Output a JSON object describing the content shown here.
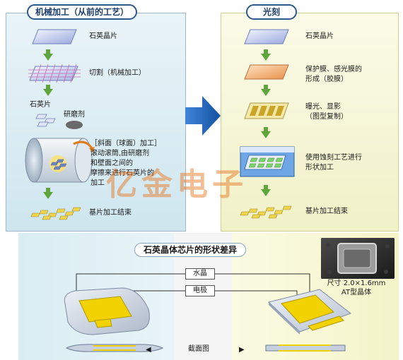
{
  "left_panel": {
    "title": "机械加工（从前的工艺）",
    "steps": {
      "wafer": "石英晶片",
      "cut": "切割（机械加工）",
      "blank": "石英片",
      "abrasive": "研磨剂",
      "bevel_1": "［斜面（球面）加工］",
      "bevel_2": "滚动滚筒,由研磨剂",
      "bevel_3": "和壁面之间的",
      "bevel_4": "摩擦来进行石英片的",
      "bevel_5": "加工",
      "done": "基片加工结束"
    }
  },
  "right_panel": {
    "title": "光刻",
    "steps": {
      "wafer": "石英晶片",
      "protect_1": "保护膜、感光膜的",
      "protect_2": "形成（胶膜）",
      "expose_1": "曝光、显影",
      "expose_2": "（图型复制）",
      "etch_1": "使用蚀刻工艺进行",
      "etch_2": "形状加工",
      "done": "基片加工结束"
    }
  },
  "comparison": {
    "title": "石英晶体芯片的形状差异",
    "crystal_label": "水晶",
    "electrode_label": "电极",
    "section_label": "截面图",
    "size_line_1": "尺寸 2.0×1.6mm",
    "size_line_2": "AT型晶体"
  },
  "watermark": "亿金电子",
  "colors": {
    "left_panel_bg": "#d9edf3",
    "right_panel_bg": "#f4f4d0",
    "step_arrow": "#5ea63b",
    "big_arrow": "#1f63b8",
    "title_border": "#2d5a8a",
    "electrode": "#f2d200",
    "crystal": "#cfd6e2",
    "watermark": "#e66e14"
  }
}
